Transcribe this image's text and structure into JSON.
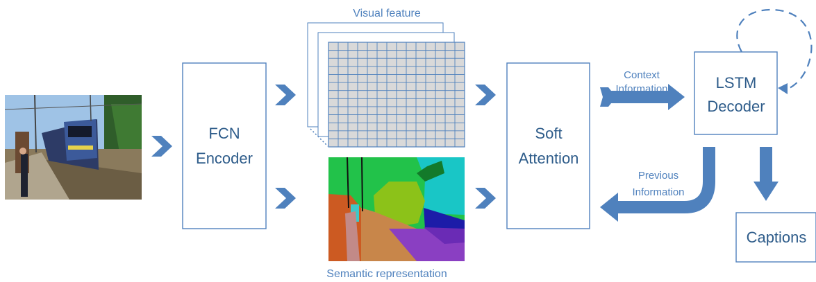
{
  "blocks": {
    "encoder": {
      "line1": "FCN",
      "line2": "Encoder"
    },
    "attention": {
      "line1": "Soft",
      "line2": "Attention"
    },
    "decoder": {
      "line1": "LSTM",
      "line2": "Decoder"
    },
    "output": {
      "label": "Captions"
    }
  },
  "feature_maps": {
    "visual_label": "Visual feature",
    "semantic_label": "Semantic representation"
  },
  "arrows": {
    "context": {
      "line1": "Context",
      "line2": "Information"
    },
    "previous": {
      "line1": "Previous",
      "line2": "Information"
    }
  },
  "colors": {
    "accent": "#4f81bd",
    "grid_fill": "#d9d9d9",
    "seg_green": "#22c24a",
    "seg_cyan": "#19c6c6",
    "seg_lime": "#8cc219",
    "seg_orange": "#cc5a22",
    "seg_tan": "#c8864a",
    "seg_purple": "#8a3fc2",
    "seg_blue": "#1c1ca8"
  }
}
